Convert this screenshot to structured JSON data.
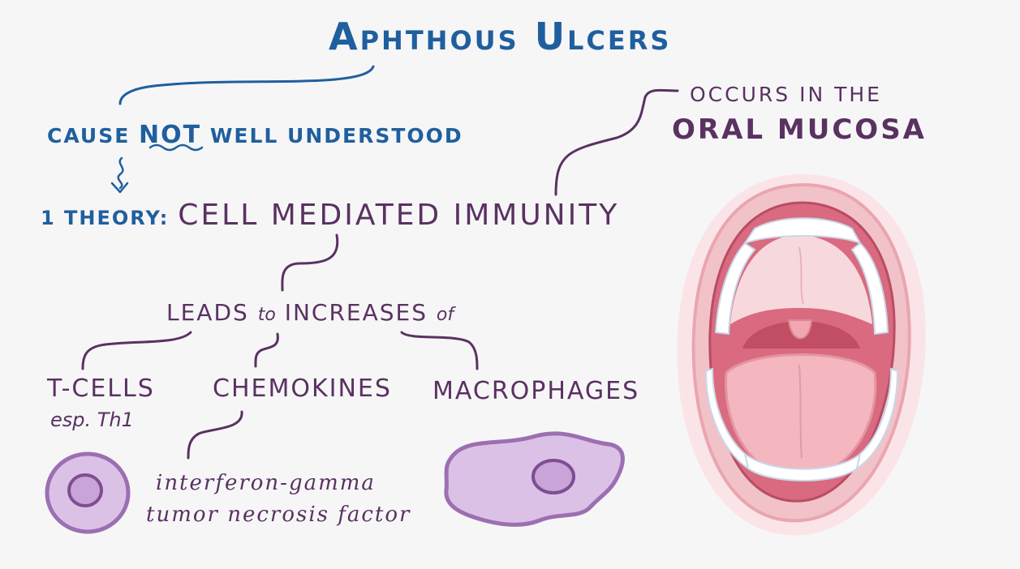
{
  "title": "Aphthous Ulcers",
  "cause": {
    "prefix": "CAUSE",
    "emphasis": "NOT",
    "suffix": "WELL UNDERSTOOD"
  },
  "theory": {
    "label": "1 THEORY:",
    "text": "CELL MEDIATED IMMUNITY"
  },
  "location": {
    "line1": "OCCURS IN THE",
    "line2": "ORAL MUCOSA"
  },
  "leads": {
    "word1": "LEADS",
    "word2": "to",
    "word3": "INCREASES",
    "word4": "of"
  },
  "items": [
    {
      "label": "T-CELLS",
      "sublabel": "esp. Th1"
    },
    {
      "label": "CHEMOKINES"
    },
    {
      "label": "MACROPHAGES"
    }
  ],
  "chemokine_examples": [
    "interferon-gamma",
    "tumor necrosis factor"
  ],
  "colors": {
    "blue": "#1f5f9e",
    "purple": "#5a3161",
    "cell_fill": "#dcc1e6",
    "cell_stroke": "#9c6fb1",
    "nucleus_fill": "#c9a4d8",
    "mouth_outer": "#f2c9cf",
    "gum": "#ea9aa6",
    "tongue": "#f4b6bf",
    "teeth": "#ffffff"
  }
}
